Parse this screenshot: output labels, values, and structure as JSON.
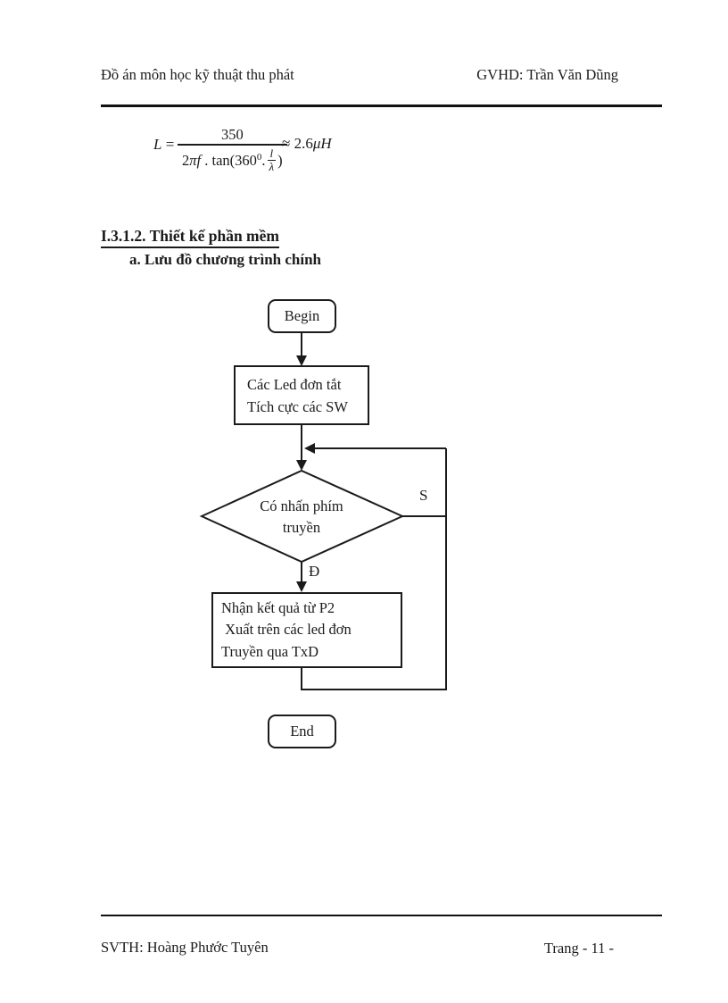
{
  "colors": {
    "ink": "#1b1b1b",
    "paper": "#ffffff"
  },
  "header": {
    "left": "Đồ án môn học kỹ thuật thu phát",
    "right": "GVHD: Trần Văn Dũng"
  },
  "formula": {
    "lhs": "L",
    "eq": "=",
    "numerator": "350",
    "den_coeff": "2",
    "den_pi_f": "πf",
    "den_tan": " . tan(360",
    "den_sup": "0",
    "den_dot": ".",
    "inner_num": "l",
    "inner_den": "λ",
    "den_close": ")",
    "approx": "≈ 2.6",
    "unit": "μH"
  },
  "section": {
    "title": "I.3.1.2. Thiết kế phần mềm",
    "subtitle": "a. Lưu đồ chương trình chính"
  },
  "flowchart": {
    "begin": "Begin",
    "init_line1": "Các Led đơn tắt",
    "init_line2": "Tích cực các SW",
    "decision_line1": "Có nhấn phím",
    "decision_line2": "truyền",
    "branch_no": "S",
    "branch_yes": "Đ",
    "action_line1": "Nhận kết quả từ P2",
    "action_line2": " Xuất trên các led đơn",
    "action_line3": "Truyền qua TxD",
    "end": "End"
  },
  "footer": {
    "left": "SVTH: Hoàng Phước Tuyên",
    "right": "Trang - 11 -"
  }
}
